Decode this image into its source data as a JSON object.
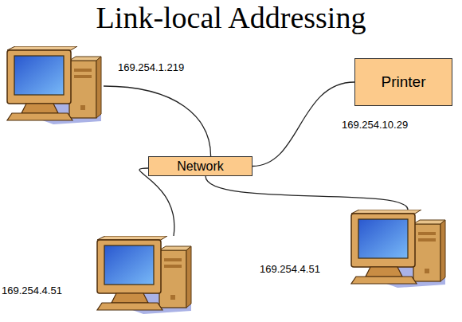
{
  "diagram": {
    "title": "Link-local Addressing",
    "nodes": [
      {
        "text": [
          "169.254.1.219"
        ]
      },
      {
        "text": [
          "Printer",
          "169.254.10.29"
        ]
      },
      {
        "text": [
          "Network"
        ]
      },
      {
        "text": [
          "169.254.4.51"
        ]
      },
      {
        "text": [
          "169.254.4.51"
        ]
      }
    ],
    "edges": [
      {
        "from": 0,
        "to": 2,
        "arrow": "none"
      },
      {
        "from": 1,
        "to": 2,
        "arrow": "none"
      },
      {
        "from": 3,
        "to": 2,
        "arrow": "none"
      },
      {
        "from": 4,
        "to": 2,
        "arrow": "none"
      }
    ]
  }
}
